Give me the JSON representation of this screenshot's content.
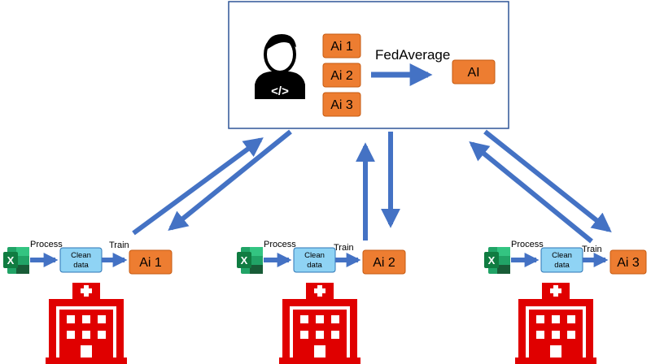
{
  "server": {
    "models": [
      "Ai 1",
      "Ai 2",
      "Ai 3"
    ],
    "aggregation_label": "FedAverage",
    "result_label": "AI",
    "developer_icon": "developer-code-icon",
    "code_glyph": "</>"
  },
  "clients": [
    {
      "spreadsheet_icon": "excel-icon",
      "spreadsheet_letter": "X",
      "process_label": "Process",
      "clean_label_line1": "Clean",
      "clean_label_line2": "data",
      "train_label": "Train",
      "model_label": "Ai 1",
      "hospital_icon": "hospital-icon"
    },
    {
      "spreadsheet_icon": "excel-icon",
      "spreadsheet_letter": "X",
      "process_label": "Process",
      "clean_label_line1": "Clean",
      "clean_label_line2": "data",
      "train_label": "Train",
      "model_label": "Ai 2",
      "hospital_icon": "hospital-icon"
    },
    {
      "spreadsheet_icon": "excel-icon",
      "spreadsheet_letter": "X",
      "process_label": "Process",
      "clean_label_line1": "Clean",
      "clean_label_line2": "data",
      "train_label": "Train",
      "model_label": "Ai 3",
      "hospital_icon": "hospital-icon"
    }
  ],
  "colors": {
    "model_box": "#ed7d31",
    "model_border": "#c55a11",
    "clean_box": "#8fd3f4",
    "clean_border": "#2e75b6",
    "arrow": "#4472c4",
    "server_border": "#2f5597",
    "hospital": "#e00000",
    "excel_dark": "#107c41",
    "excel_light": "#21a366"
  }
}
